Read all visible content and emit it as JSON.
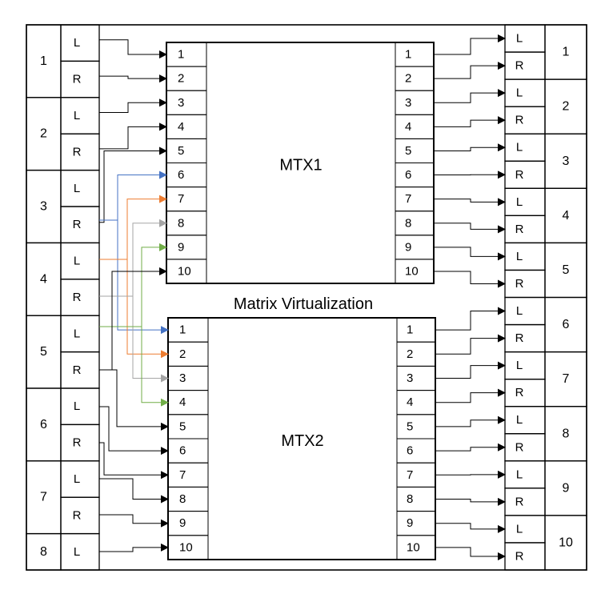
{
  "inputs": [
    {
      "number": "1",
      "channels": [
        "L",
        "R"
      ]
    },
    {
      "number": "2",
      "channels": [
        "L",
        "R"
      ]
    },
    {
      "number": "3",
      "channels": [
        "L",
        "R"
      ]
    },
    {
      "number": "4",
      "channels": [
        "L",
        "R"
      ]
    },
    {
      "number": "5",
      "channels": [
        "L",
        "R"
      ]
    },
    {
      "number": "6",
      "channels": [
        "L",
        "R"
      ]
    },
    {
      "number": "7",
      "channels": [
        "L",
        "R"
      ]
    },
    {
      "number": "8",
      "channels": [
        "L"
      ]
    }
  ],
  "outputs": [
    {
      "number": "1",
      "channels": [
        "L",
        "R"
      ]
    },
    {
      "number": "2",
      "channels": [
        "L",
        "R"
      ]
    },
    {
      "number": "3",
      "channels": [
        "L",
        "R"
      ]
    },
    {
      "number": "4",
      "channels": [
        "L",
        "R"
      ]
    },
    {
      "number": "5",
      "channels": [
        "L",
        "R"
      ]
    },
    {
      "number": "6",
      "channels": [
        "L",
        "R"
      ]
    },
    {
      "number": "7",
      "channels": [
        "L",
        "R"
      ]
    },
    {
      "number": "8",
      "channels": [
        "L",
        "R"
      ]
    },
    {
      "number": "9",
      "channels": [
        "L",
        "R"
      ]
    },
    {
      "number": "10",
      "channels": [
        "L",
        "R"
      ]
    }
  ],
  "matrices": [
    {
      "name": "MTX1",
      "ports": [
        "1",
        "2",
        "3",
        "4",
        "5",
        "6",
        "7",
        "8",
        "9",
        "10"
      ]
    },
    {
      "name": "MTX2",
      "ports": [
        "1",
        "2",
        "3",
        "4",
        "5",
        "6",
        "7",
        "8",
        "9",
        "10"
      ]
    }
  ],
  "title": "Matrix Virtualization",
  "colors": {
    "line": "#000000",
    "blue": "#4472C4",
    "orange": "#ED7D31",
    "gray": "#A5A5A5",
    "green": "#70AD47"
  }
}
